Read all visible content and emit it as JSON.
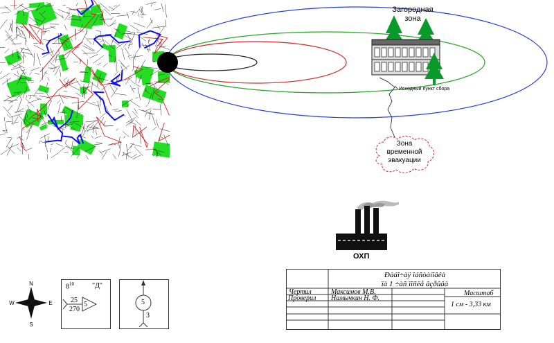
{
  "zone_labels": {
    "suburban_line1": "Загородная",
    "suburban_line2": "зона",
    "assembly_point": "Исходный пункт сбора",
    "temp_line1": "Зона",
    "temp_line2": "временной",
    "temp_line3": "эвакуации"
  },
  "hazard": {
    "label": "ОХП"
  },
  "compass": {
    "n": "N",
    "s": "S",
    "w": "W",
    "e": "E"
  },
  "sign_wind": {
    "exponent_base": "8",
    "exponent": "10",
    "letter": "\"Д\"",
    "num_top": "25",
    "num_bottom": "270",
    "num_tri": "5"
  },
  "sign_point": {
    "circle": "5",
    "bottom": "3"
  },
  "title_block": {
    "title_line1": "Ðàáî÷àÿ îáñòàíîâêà",
    "title_line2": "ïà 1 ÷àñ ïîñëå âçðûâà",
    "row1_label": "Чертил",
    "row1_name": "Максимов М.В.",
    "row2_label": "Проверил",
    "row2_name": "Намычкин Н. Ф.",
    "scale_label": "Масштаб",
    "scale_value": "1 см - 3,33 км"
  },
  "colors": {
    "city_green": "#22dd22",
    "city_blue": "#1010ee",
    "city_red": "#cc2222",
    "zone_blue": "#2a3fd0",
    "zone_green": "#27a427",
    "zone_red": "#cc2a2a",
    "tree": "#0a9a2a"
  }
}
